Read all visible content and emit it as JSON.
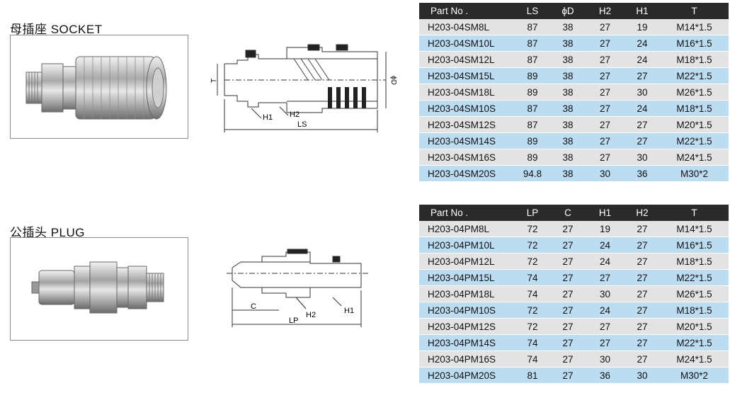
{
  "socket": {
    "title": "母插座 SOCKET",
    "dims": {
      "t": "T",
      "h1": "H1",
      "h2": "H2",
      "ls": "LS",
      "d": "ϕD"
    },
    "table": {
      "headers": [
        "Part No .",
        "LS",
        "ϕD",
        "H2",
        "H1",
        "T"
      ],
      "rows": [
        [
          "H203-04SM8L",
          "87",
          "38",
          "27",
          "19",
          "M14*1.5"
        ],
        [
          "H203-04SM10L",
          "87",
          "38",
          "27",
          "24",
          "M16*1.5"
        ],
        [
          "H203-04SM12L",
          "87",
          "38",
          "27",
          "24",
          "M18*1.5"
        ],
        [
          "H203-04SM15L",
          "89",
          "38",
          "27",
          "27",
          "M22*1.5"
        ],
        [
          "H203-04SM18L",
          "89",
          "38",
          "27",
          "30",
          "M26*1.5"
        ],
        [
          "H203-04SM10S",
          "87",
          "38",
          "27",
          "24",
          "M18*1.5"
        ],
        [
          "H203-04SM12S",
          "87",
          "38",
          "27",
          "27",
          "M20*1.5"
        ],
        [
          "H203-04SM14S",
          "89",
          "38",
          "27",
          "27",
          "M22*1.5"
        ],
        [
          "H203-04SM16S",
          "89",
          "38",
          "27",
          "30",
          "M24*1.5"
        ],
        [
          "H203-04SM20S",
          "94.8",
          "38",
          "30",
          "36",
          "M30*2"
        ]
      ]
    }
  },
  "plug": {
    "title": "公插头 PLUG",
    "dims": {
      "c": "C",
      "h1": "H1",
      "h2": "H2",
      "lp": "LP"
    },
    "table": {
      "headers": [
        "Part No .",
        "LP",
        "C",
        "H1",
        "H2",
        "T"
      ],
      "rows": [
        [
          "H203-04PM8L",
          "72",
          "27",
          "19",
          "27",
          "M14*1.5"
        ],
        [
          "H203-04PM10L",
          "72",
          "27",
          "24",
          "27",
          "M16*1.5"
        ],
        [
          "H203-04PM12L",
          "72",
          "27",
          "24",
          "27",
          "M18*1.5"
        ],
        [
          "H203-04PM15L",
          "74",
          "27",
          "27",
          "27",
          "M22*1.5"
        ],
        [
          "H203-04PM18L",
          "74",
          "27",
          "30",
          "27",
          "M26*1.5"
        ],
        [
          "H203-04PM10S",
          "72",
          "27",
          "24",
          "27",
          "M18*1.5"
        ],
        [
          "H203-04PM12S",
          "72",
          "27",
          "27",
          "27",
          "M20*1.5"
        ],
        [
          "H203-04PM14S",
          "74",
          "27",
          "27",
          "27",
          "M22*1.5"
        ],
        [
          "H203-04PM16S",
          "74",
          "27",
          "30",
          "27",
          "M24*1.5"
        ],
        [
          "H203-04PM20S",
          "81",
          "27",
          "36",
          "30",
          "M30*2"
        ]
      ]
    }
  }
}
